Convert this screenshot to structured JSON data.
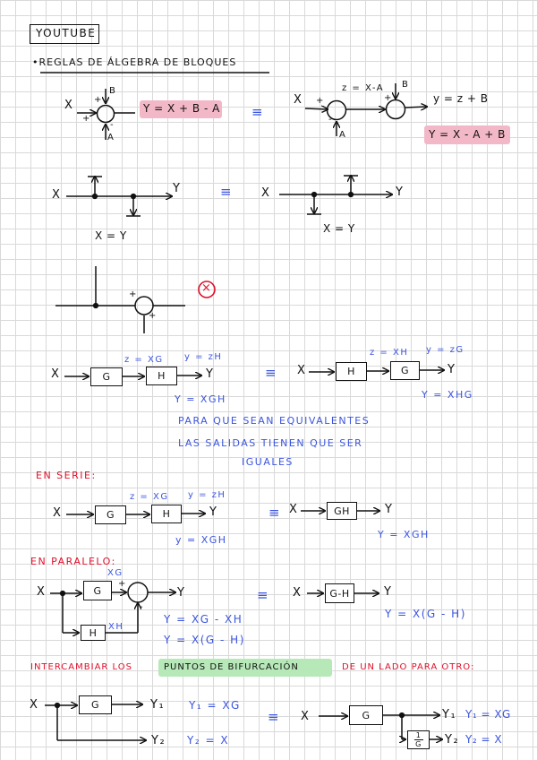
{
  "title": "YOUTUBE",
  "heading": "•REGLAS DE ÁLGEBRA DE BLOQUES",
  "colors": {
    "ink": "#111111",
    "blue": "#3a55e0",
    "red": "#e0102a",
    "pink": "#f3b8c8",
    "green": "#b6e8b8"
  },
  "sumrule": {
    "x": "X",
    "b": "B",
    "a": "A",
    "plus_top": "+",
    "plus_left": "+",
    "minus": "-",
    "result": "Y = X + B - A",
    "equiv": "≡",
    "z_label": "z = X-A",
    "b2": "B",
    "plus_b": "+",
    "plus_a": "+",
    "a2": "A",
    "minus2": "-",
    "y_label": "y = z + B",
    "result2": "Y = X - A + B"
  },
  "branch": {
    "x1": "X",
    "y1": "Y",
    "eq1": "X = Y",
    "equiv": "≡",
    "x2": "X",
    "y2": "Y",
    "eq2": "X = Y"
  },
  "invalid": {
    "plus1": "+",
    "plus2": "+",
    "mark": "×"
  },
  "cascade": {
    "x": "X",
    "g": "G",
    "z": "z = XG",
    "h": "H",
    "yz": "y = zH",
    "y": "Y",
    "equiv": "≡",
    "x2": "X",
    "h2": "H",
    "z2": "z = XH",
    "g2": "G",
    "yz2": "y = zG",
    "y2": "Y",
    "res1": "Y = XGH",
    "res2": "Y = XHG",
    "note1": "PARA QUE SEAN EQUIVALENTES",
    "note2": "LAS SALIDAS TIENEN QUE SER",
    "note3": "IGUALES"
  },
  "series": {
    "label": "EN SERIE:",
    "x": "X",
    "g": "G",
    "z": "z = XG",
    "h": "H",
    "yz": "y = zH",
    "y": "Y",
    "res": "y = XGH",
    "equiv": "≡",
    "x2": "X",
    "gh": "GH",
    "y2": "Y",
    "res2": "Y = XGH"
  },
  "parallel": {
    "label": "EN PARALELO:",
    "x": "X",
    "g": "G",
    "xg": "XG",
    "plus": "+",
    "minus": "-",
    "y": "Y",
    "h": "H",
    "xh": "XH",
    "res1": "Y = XG - XH",
    "res2": "Y = X(G - H)",
    "equiv": "≡",
    "x2": "X",
    "gh": "G-H",
    "y2": "Y",
    "res3": "Y = X(G - H)"
  },
  "swap": {
    "label_a": "INTERCAMBIAR LOS",
    "label_b": "PUNTOS DE BIFURCACIÓN",
    "label_c": "DE UN LADO PARA OTRO:",
    "x": "X",
    "g": "G",
    "y1": "Y₁",
    "y2": "Y₂",
    "e1": "Y₁ = XG",
    "e2": "Y₂ = X",
    "equiv": "≡",
    "x2": "X",
    "g2": "G",
    "inv_num": "1",
    "inv_den": "G",
    "y1b": "Y₁",
    "y2b": "Y₂",
    "e1b": "Y₁ = XG",
    "e2b": "Y₂ = X"
  }
}
